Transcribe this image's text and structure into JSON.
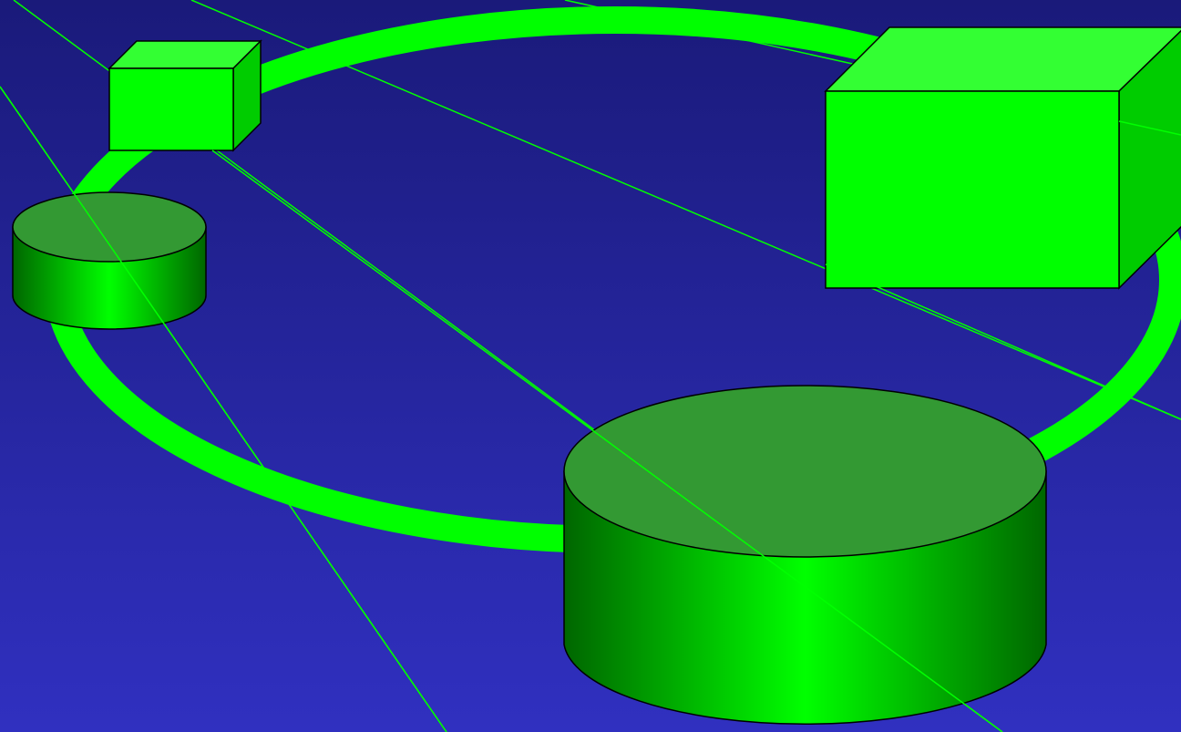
{
  "colors": {
    "background_top": "#1a1a7a",
    "background_bottom": "#3030c0",
    "ring": "#00ff00",
    "cube_front": "#00ff00",
    "cube_top": "#33ff33",
    "cube_side": "#00cc00",
    "cylinder_top": "#339933",
    "cylinder_dark": "#006600",
    "cylinder_light": "#00ff00",
    "outline": "#000000",
    "link_line": "#00ff00"
  },
  "diagram": {
    "title": "",
    "nodes": [
      {
        "kind": "cube",
        "name": "small-cube"
      },
      {
        "kind": "cube",
        "name": "large-cube"
      },
      {
        "kind": "cylinder",
        "name": "small-cylinder"
      },
      {
        "kind": "cylinder",
        "name": "large-cylinder"
      }
    ],
    "connector": "ring",
    "link_lines": 5
  }
}
